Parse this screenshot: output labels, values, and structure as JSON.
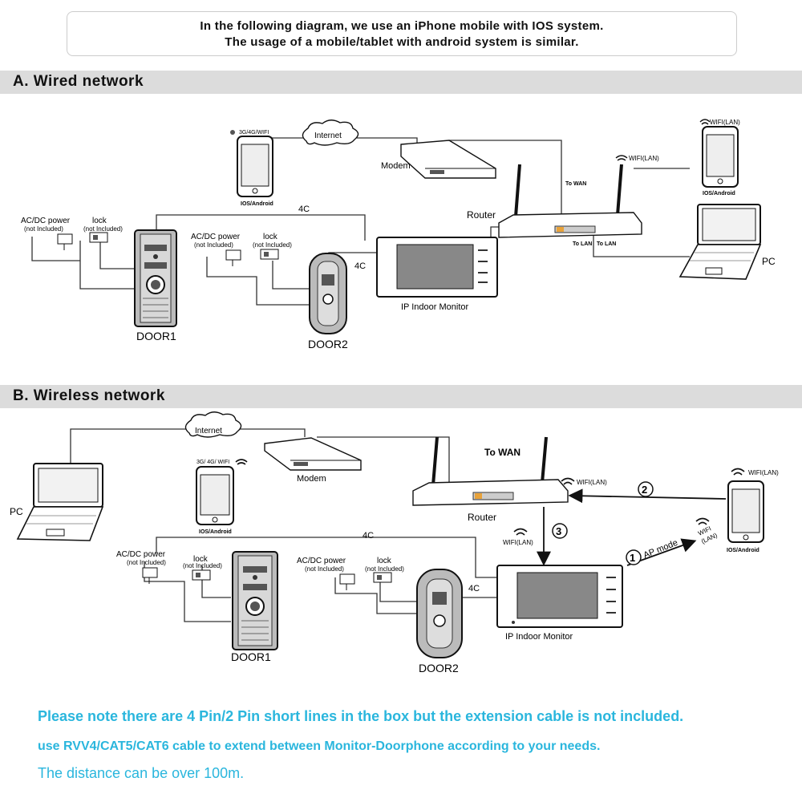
{
  "intro": {
    "line1": "In the following diagram, we use an iPhone mobile with IOS system.",
    "line2": "The usage of a mobile/tablet with android system is similar."
  },
  "wired": {
    "heading": "A. Wired network",
    "labels": {
      "phone_net": "3G/4G/WIFI",
      "internet": "Internet",
      "phone_os": "IOS/Android",
      "modem": "Modem",
      "router": "Router",
      "to_wan": "To WAN",
      "to_lan1": "To LAN",
      "to_lan2": "To LAN",
      "wifi_lan_router": "WIFI(LAN)",
      "wifi_lan_phone": "WIFI(LAN)",
      "phone2_os": "IOS/Android",
      "pc": "PC",
      "acdc1": "AC/DC power",
      "acdc1_sub": "(not Included)",
      "lock1": "lock",
      "lock1_sub": "(not Included)",
      "acdc2": "AC/DC power",
      "acdc2_sub": "(not Included)",
      "lock2": "lock",
      "lock2_sub": "(not Included)",
      "cable_4c_top": "4C",
      "cable_4c_mid": "4C",
      "monitor": "IP Indoor Monitor",
      "door1": "DOOR1",
      "door2": "DOOR2"
    }
  },
  "wireless": {
    "heading": "B. Wireless network",
    "labels": {
      "internet": "Internet",
      "phone_net": "3G/ 4G/ WIFI",
      "phone_os": "IOS/Android",
      "modem": "Modem",
      "pc": "PC",
      "to_wan": "To WAN",
      "router": "Router",
      "wifi_lan_router": "WIFI(LAN)",
      "wifi_lan_monitor": "WIFI(LAN)",
      "wifi_lan_phone": "WIFI(LAN)",
      "phone2_os": "IOS/Android",
      "step2": "2",
      "step3": "3",
      "step1": "1",
      "ap_mode": "AP mode",
      "wifi_lan_ap1": "WIFI",
      "wifi_lan_ap2": "(LAN)",
      "acdc1": "AC/DC power",
      "acdc1_sub": "(not Included)",
      "lock1": "lock",
      "lock1_sub": "(not Included)",
      "acdc2": "AC/DC power",
      "acdc2_sub": "(not Included)",
      "lock2": "lock",
      "lock2_sub": "(not Included)",
      "cable_4c_top": "4C",
      "cable_4c_mid": "4C",
      "monitor": "IP Indoor Monitor",
      "door1": "DOOR1",
      "door2": "DOOR2"
    }
  },
  "notes": {
    "line1": "Please note there are 4 Pin/2 Pin short lines in the box but the extension cable is not included.",
    "line2": "use RVV4/CAT5/CAT6 cable to extend between Monitor-Doorphone according to your needs.",
    "line3": "The distance can be over 100m."
  },
  "colors": {
    "accent_text": "#2ab6dd",
    "header_bg": "#dcdcdc"
  }
}
